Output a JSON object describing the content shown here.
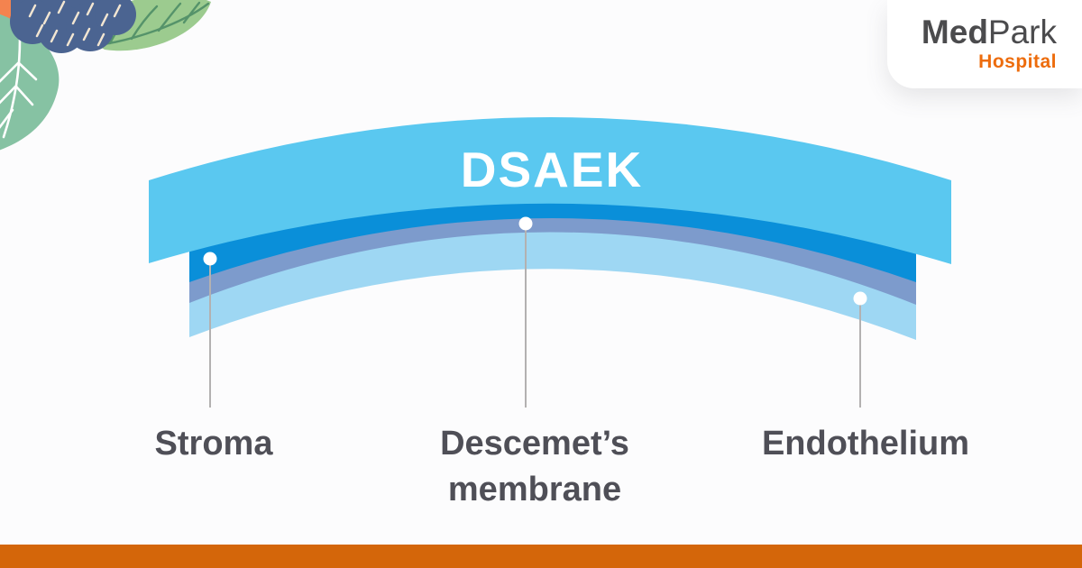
{
  "brand": {
    "name_bold": "Med",
    "name_regular": "Park",
    "subtitle": "Hospital"
  },
  "diagram": {
    "title": "DSAEK",
    "band_color": "#5ac8f0",
    "layers": [
      {
        "id": "stroma",
        "label": "Stroma",
        "color": "#0a8fd9"
      },
      {
        "id": "descemets-membrane",
        "label": "Descemet’s membrane",
        "color": "#7d9bcc"
      },
      {
        "id": "endothelium",
        "label": "Endothelium",
        "color": "#9ed7f3"
      }
    ]
  },
  "colors": {
    "footer_bar": "#d4660a",
    "label_text": "#4f4f57",
    "leader_line": "#b3b1b1",
    "subtitle_orange": "#ed6c0c",
    "brand_text": "#4b4b4d"
  }
}
